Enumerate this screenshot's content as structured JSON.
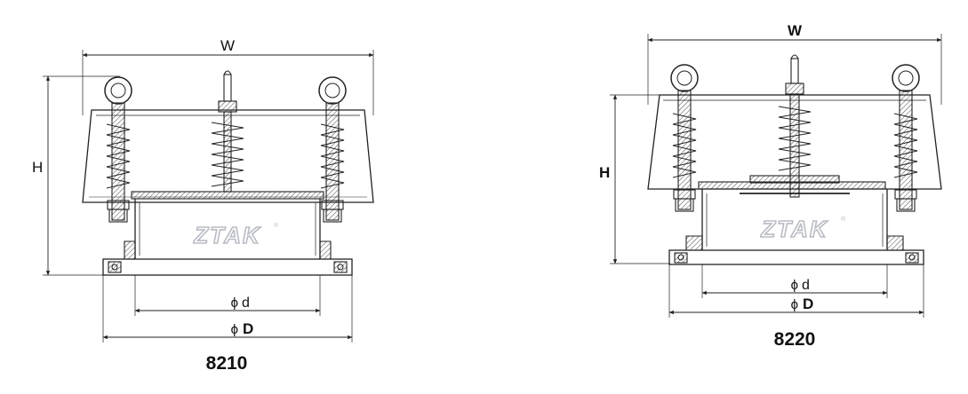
{
  "drawings": [
    {
      "model": "8210",
      "width_label": "W",
      "height_label": "H",
      "inner_dia_symbol": "ϕ",
      "inner_dia_label": "d",
      "outer_dia_symbol": "ϕ",
      "outer_dia_label": "D",
      "logo_text": "ZTAK",
      "logo_mark": "®"
    },
    {
      "model": "8220",
      "width_label": "W",
      "height_label": "H",
      "inner_dia_symbol": "ϕ",
      "inner_dia_label": "d",
      "outer_dia_symbol": "ϕ",
      "outer_dia_label": "D",
      "logo_text": "ZTAK",
      "logo_mark": "®"
    }
  ]
}
